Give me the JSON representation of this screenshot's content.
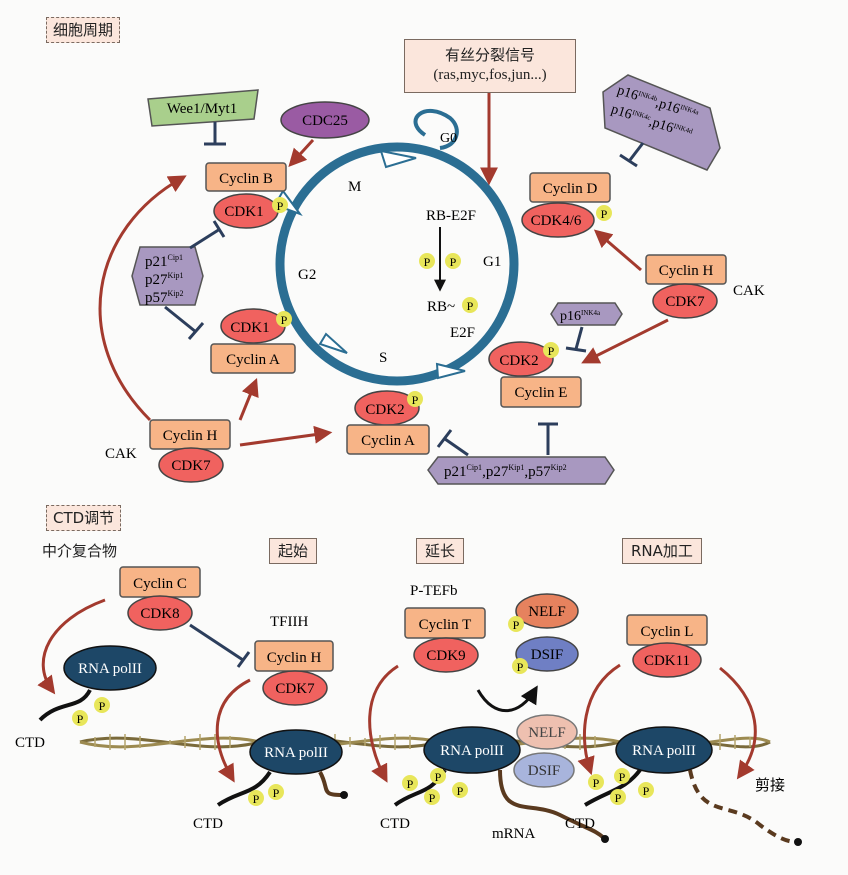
{
  "sections": {
    "cell_cycle_title": "细胞周期",
    "ctd_title": "CTD调节"
  },
  "cycle": {
    "phases": {
      "m": "M",
      "g2": "G2",
      "g1": "G1",
      "s": "S",
      "g0": "G0"
    },
    "rb_e2f": "RB-E2F",
    "p": "P",
    "rb": "RB~",
    "e2f": "E2F"
  },
  "mitogenic_signal": {
    "line1": "有丝分裂信号",
    "line2": "(ras,myc,fos,jun...)"
  },
  "inhibitors": {
    "wee1": "Wee1/Myt1",
    "cdc25": "CDC25",
    "ink4_top": "p16INK4b,p16INK4a",
    "ink4_bottom": "p16INK4c,p16INK4d",
    "p21_left": [
      "p21Cip1",
      "p27Kip1",
      "p57Kip2"
    ],
    "p16_small": "p16INK4a",
    "p21_bottom": "p21Cip1,p27Kip1,p57Kip2"
  },
  "complexes": {
    "cyclin_b": "Cyclin B",
    "cdk1": "CDK1",
    "cyclin_a": "Cyclin A",
    "cdk2": "CDK2",
    "cyclin_d": "Cyclin D",
    "cdk46": "CDK4/6",
    "cyclin_e": "Cyclin E",
    "cyclin_h": "Cyclin H",
    "cdk7": "CDK7",
    "cak": "CAK"
  },
  "ctd": {
    "mediator": "中介复合物",
    "stage_initiation": "起始",
    "stage_elongation": "延长",
    "stage_processing": "RNA加工",
    "cyclin_c": "Cyclin C",
    "cdk8": "CDK8",
    "tfiih": "TFIIH",
    "cyclin_h": "Cyclin H",
    "cdk7": "CDK7",
    "ptefb": "P-TEFb",
    "cyclin_t": "Cyclin T",
    "cdk9": "CDK9",
    "nelf": "NELF",
    "dsif": "DSIF",
    "cyclin_l": "Cyclin L",
    "cdk11": "CDK11",
    "rna_pol": "RNA polII",
    "ctd_label": "CTD",
    "mrna": "mRNA",
    "splicing": "剪接",
    "p": "P"
  },
  "colors": {
    "cyclin": "#f7b487",
    "cdk": "#f0625f",
    "inhibitor": "#a898c0",
    "wee1": "#a9cf8c",
    "cdc25": "#9a5ba3",
    "cycle_ring": "#2b6e93",
    "arrow": "#a33a2e",
    "inhibit": "#2c3e5c",
    "pol": "#1d4767",
    "phospho": "#e8e65a",
    "nelf": "#e6825e",
    "dsif": "#6f7fc4"
  }
}
